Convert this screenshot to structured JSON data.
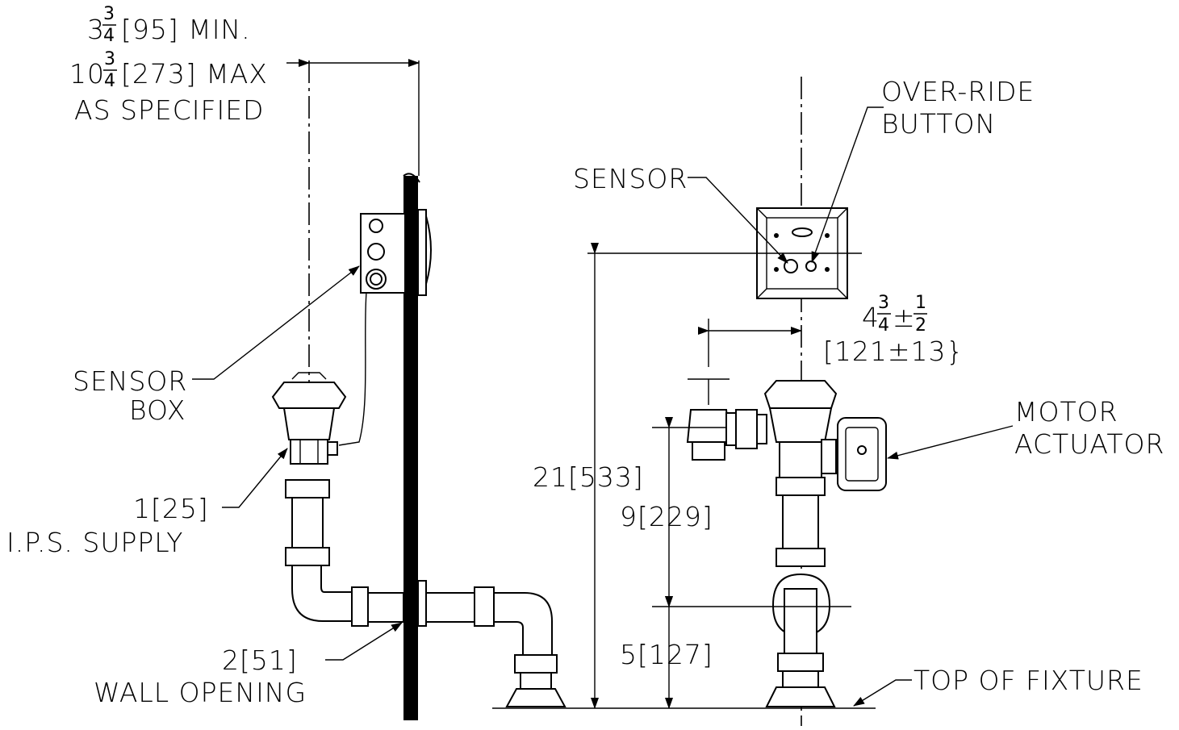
{
  "labels": {
    "min_whole": "3",
    "min_frac_num": "3",
    "min_frac_den": "4",
    "min_rest": "[95]  MIN.",
    "max_whole": "10",
    "max_frac_num": "3",
    "max_frac_den": "4",
    "max_rest": "[273]  MAX",
    "as_specified": "AS  SPECIFIED",
    "sensor_box_1": "SENSOR",
    "sensor_box_2": "BOX",
    "ips_1": "1[25]",
    "ips_2": "I.P.S.  SUPPLY",
    "wall_1": "2[51]",
    "wall_2": "WALL  OPENING",
    "sensor": "SENSOR",
    "override_1": "OVER-RIDE",
    "override_2": "BUTTON",
    "offset_whole": "4",
    "offset_frac_num": "3",
    "offset_frac_den": "4",
    "offset_pm": "±",
    "offset_tol_num": "1",
    "offset_tol_den": "2",
    "offset_mm": "[121±13}",
    "dim_21": "21[533]",
    "dim_9": "9[229]",
    "dim_5": "5[127]",
    "motor_1": "MOTOR",
    "motor_2": "ACTUATOR",
    "top_fixture": "TOP  OF  FIXTURE"
  }
}
